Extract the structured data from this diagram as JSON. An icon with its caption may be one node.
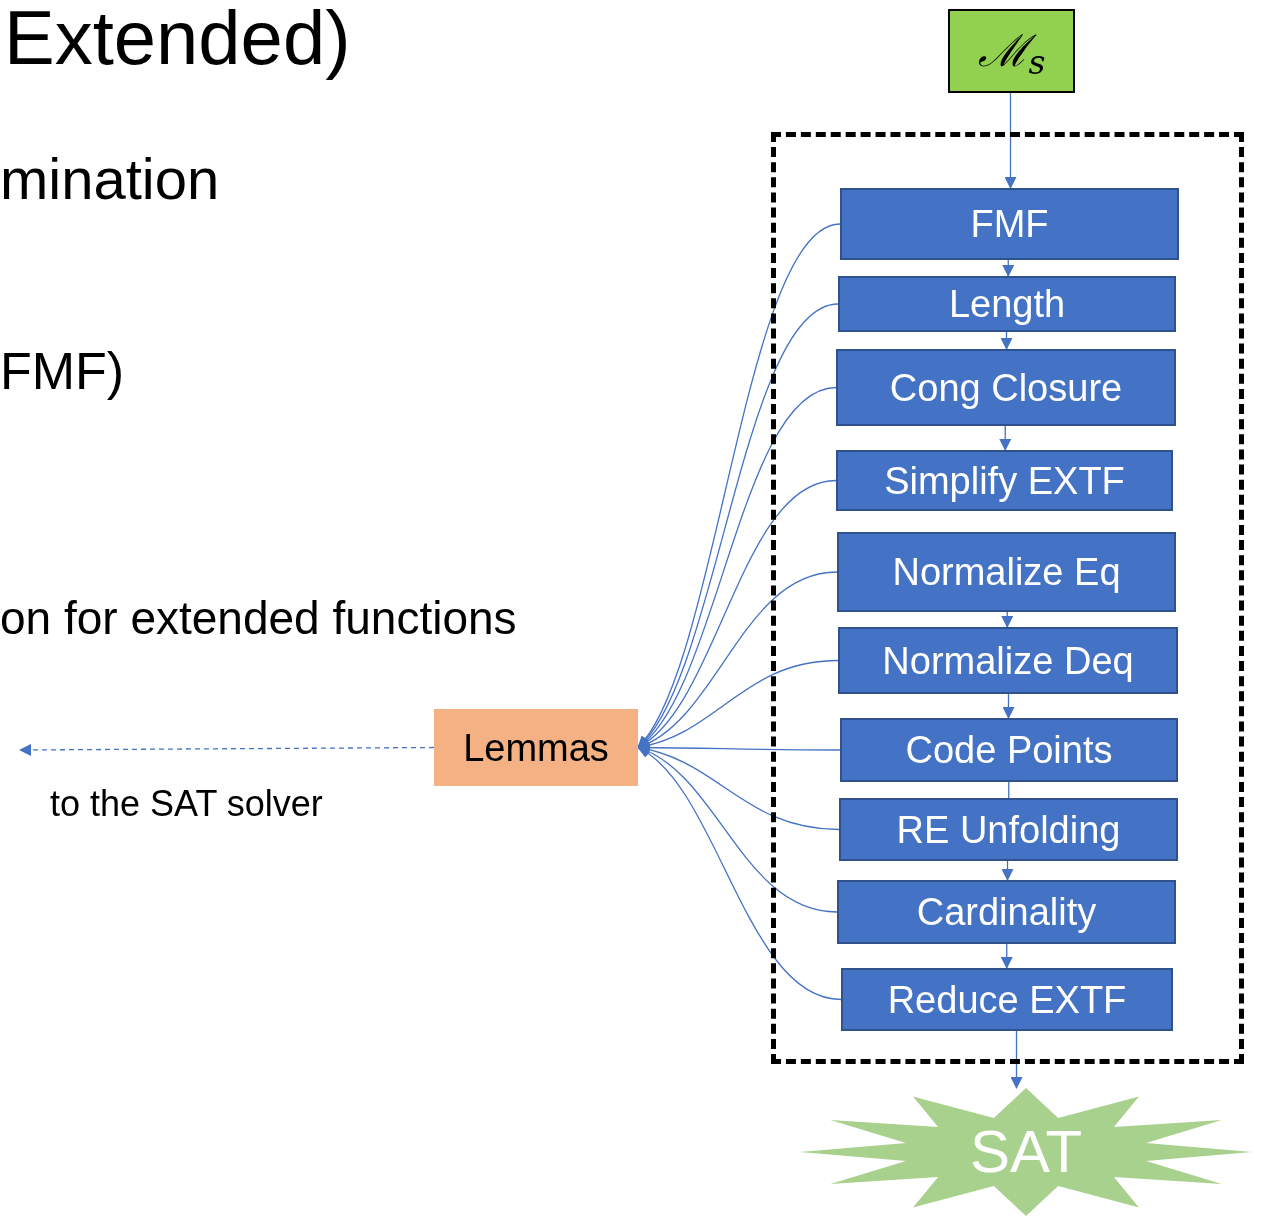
{
  "diagram": {
    "title": "Extended)",
    "nodes": [
      {
        "text": [
          "ℳ$_{s}$"
        ]
      },
      {
        "text": [],
        "shape": "box"
      },
      {
        "text": [
          "FMF"
        ],
        "in": 1
      },
      {
        "text": [
          "Length"
        ],
        "in": 1
      },
      {
        "text": [
          "Cong Closure"
        ],
        "in": 1
      },
      {
        "text": [
          "Simplify EXTF"
        ],
        "in": 1
      },
      {
        "text": [
          "Normalize Eq"
        ],
        "in": 1
      },
      {
        "text": [
          "Normalize Deq"
        ],
        "in": 1
      },
      {
        "text": [
          "Code Points"
        ],
        "in": 1
      },
      {
        "text": [
          "RE Unfolding"
        ],
        "in": 1
      },
      {
        "text": [
          "Cardinality"
        ],
        "in": 1
      },
      {
        "text": [
          "Reduce EXTF"
        ],
        "in": 1
      },
      {
        "text": [
          "Lemmas"
        ]
      },
      {
        "text": [
          "SAT"
        ]
      }
    ],
    "edges": [
      {
        "from": 0,
        "to": 2,
        "arrow": "to"
      },
      {
        "from": 2,
        "to": 3,
        "arrow": "to"
      },
      {
        "from": 3,
        "to": 4,
        "arrow": "to"
      },
      {
        "from": 4,
        "to": 5,
        "arrow": "to"
      },
      {
        "from": 6,
        "to": 7,
        "arrow": "to"
      },
      {
        "from": 7,
        "to": 8,
        "arrow": "to"
      },
      {
        "from": 8,
        "to": 9,
        "arrow": "none"
      },
      {
        "from": 9,
        "to": 10,
        "arrow": "to"
      },
      {
        "from": 10,
        "to": 11,
        "arrow": "to"
      },
      {
        "from": 11,
        "to": 13,
        "arrow": "to"
      },
      {
        "from": 2,
        "to": 12,
        "arrow": "to"
      },
      {
        "from": 3,
        "to": 12,
        "arrow": "to"
      },
      {
        "from": 4,
        "to": 12,
        "arrow": "to"
      },
      {
        "from": 5,
        "to": 12,
        "arrow": "to"
      },
      {
        "from": 6,
        "to": 12,
        "arrow": "to"
      },
      {
        "from": 7,
        "to": 12,
        "arrow": "to"
      },
      {
        "from": 8,
        "to": 12,
        "arrow": "to"
      },
      {
        "from": 9,
        "to": 12,
        "arrow": "to"
      },
      {
        "from": 10,
        "to": 12,
        "arrow": "to"
      },
      {
        "from": 11,
        "to": 12,
        "arrow": "to"
      },
      {
        "from": 12,
        "to": null,
        "arrow": "to",
        "style": "dashed",
        "label": "to the SAT solver"
      }
    ],
    "labels": [
      "mination",
      "FMF)",
      "on for extended functions"
    ]
  }
}
